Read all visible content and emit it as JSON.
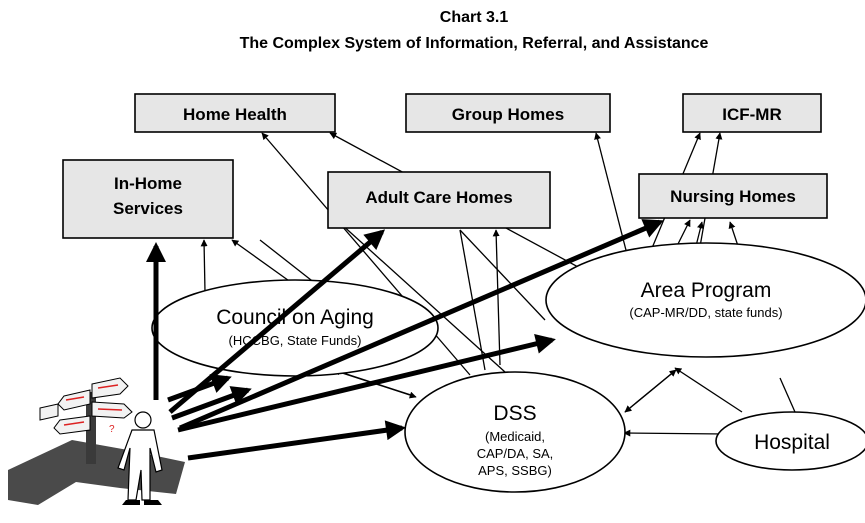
{
  "chart": {
    "title_line1": "Chart 3.1",
    "title_line2": "The Complex System of Information, Referral, and Assistance"
  },
  "boxes": {
    "home_health": "Home Health",
    "group_homes": "Group Homes",
    "icf_mr": "ICF-MR",
    "in_home_line1": "In-Home",
    "in_home_line2": "Services",
    "adult_care_homes": "Adult Care Homes",
    "nursing_homes": "Nursing Homes"
  },
  "ovals": {
    "council_title": "Council on Aging",
    "council_sub": "(HCCBG, State Funds)",
    "area_title": "Area Program",
    "area_sub": "(CAP-MR/DD, state funds)",
    "dss_title": "DSS",
    "dss_line1": "(Medicaid,",
    "dss_line2": "CAP/DA, SA,",
    "dss_line3": "APS, SSBG)",
    "hospital": "Hospital"
  }
}
